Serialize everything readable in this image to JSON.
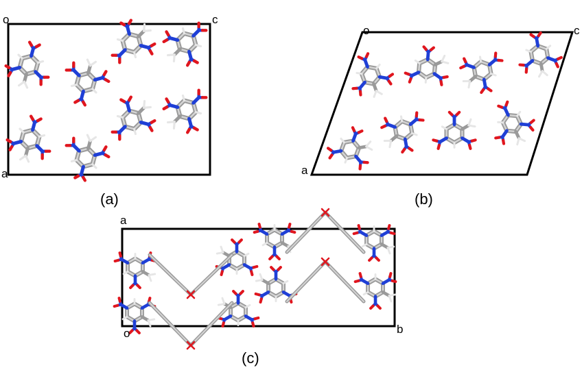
{
  "panels": [
    {
      "caption": "(a)",
      "axes": [
        "o",
        "c",
        "a"
      ]
    },
    {
      "caption": "(b)",
      "axes": [
        "o",
        "c",
        "a"
      ]
    },
    {
      "caption": "(c)",
      "axes": [
        "a",
        "o",
        "b"
      ]
    }
  ],
  "colors": {
    "frame": "#000000",
    "carbon": "#9a9a9a",
    "carbon_light": "#d4d4d4",
    "hydrogen": "#e6e6e6",
    "nitrogen": "#1f3fd6",
    "oxygen": "#e0161e"
  },
  "molecule": "trinitrotoluene stick model"
}
